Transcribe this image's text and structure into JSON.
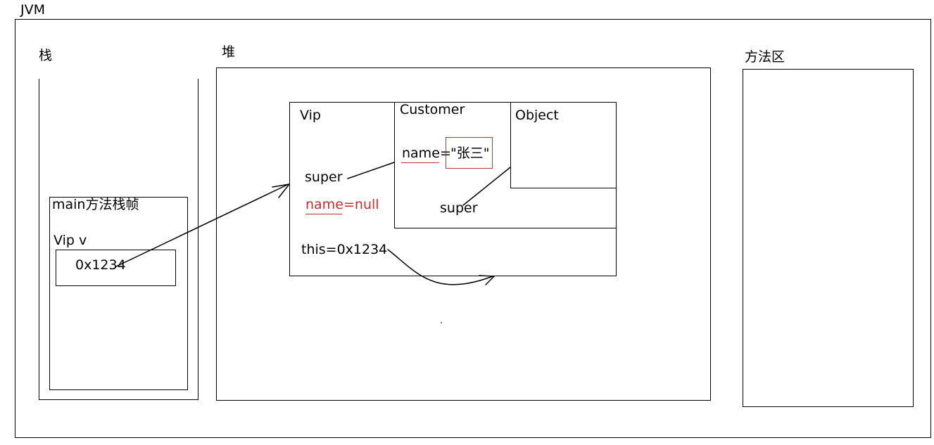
{
  "jvm": {
    "title": "JVM"
  },
  "stack": {
    "title": "栈",
    "frame": {
      "title": "main方法栈帧",
      "var_label": "Vip v",
      "var_value": "0x1234"
    }
  },
  "heap": {
    "title": "堆",
    "vip": {
      "title": "Vip",
      "super_label": "super",
      "name_key": "name",
      "name_rest": "=null",
      "this_label": "this=0x1234"
    },
    "customer": {
      "title": "Customer",
      "name_key": "name",
      "name_eq": "=",
      "name_value": "\"张三\"",
      "super_label": "super"
    },
    "object": {
      "title": "Object"
    }
  },
  "method_area": {
    "title": "方法区"
  },
  "colors": {
    "line": "#000000",
    "highlight": "#c0302b"
  }
}
